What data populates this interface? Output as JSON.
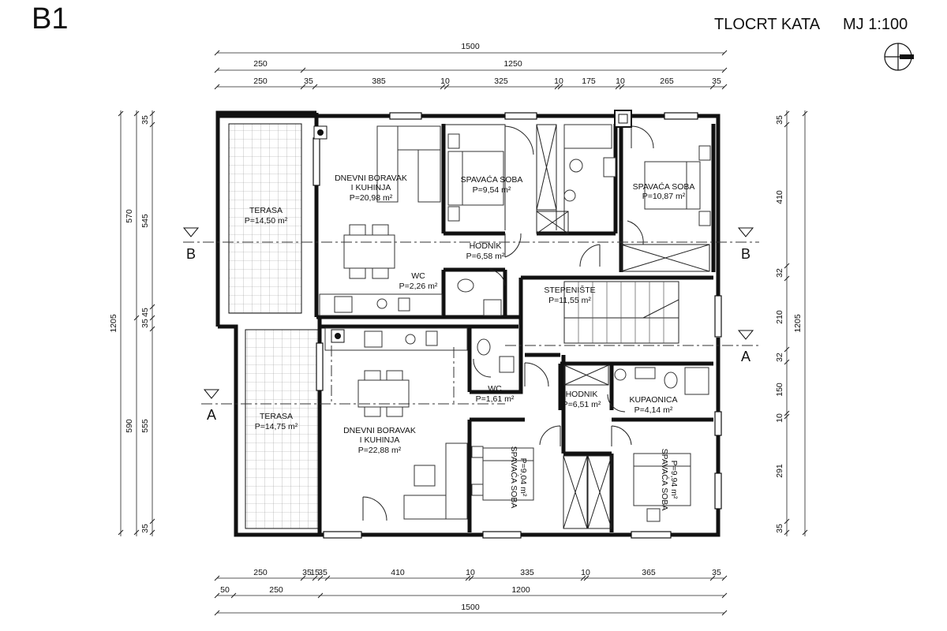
{
  "sheet": {
    "code": "B1",
    "title": "TLOCRT KATA",
    "scale": "MJ 1:100"
  },
  "icons": {
    "north": "north-arrow-icon"
  },
  "sections": {
    "B_left": "B",
    "B_right": "B",
    "A_left": "A",
    "A_right": "A"
  },
  "rooms": {
    "terasa_top": {
      "name": "TERASA",
      "area": "P=14,50 m²"
    },
    "living_top": {
      "name1": "DNEVNI BORAVAK",
      "name2": "I KUHINJA",
      "area": "P=20,98 m²"
    },
    "bed1_top": {
      "name": "SPAVAĆA SOBA",
      "area": "P=9,54 m²"
    },
    "bed2_top": {
      "name": "SPAVAĆA SOBA",
      "area": "P=10,87 m²"
    },
    "hall_top": {
      "name": "HODNIK",
      "area": "P=6,58 m²"
    },
    "wc_top": {
      "name": "WC",
      "area": "P=2,26 m²"
    },
    "stair": {
      "name": "STEPENIŠTE",
      "area": "P=11,55 m²"
    },
    "terasa_bottom": {
      "name": "TERASA",
      "area": "P=14,75 m²"
    },
    "living_bottom": {
      "name1": "DNEVNI BORAVAK",
      "name2": "I KUHINJA",
      "area": "P=22,88 m²"
    },
    "wc_bottom": {
      "name": "WC",
      "area": "P=1,61 m²"
    },
    "hall_bottom": {
      "name": "HODNIK",
      "area": "P=6,51 m²"
    },
    "bath_bottom": {
      "name": "KUPAONICA",
      "area": "P=4,14 m²"
    },
    "bed1_bottom": {
      "name": "SPAVAĆA SOBA",
      "area": "P=9,04 m²"
    },
    "bed2_bottom": {
      "name": "SPAVAĆA SOBA",
      "area": "P=9,94 m²"
    }
  },
  "dimensions": {
    "top_total": "1500",
    "top_row2": [
      "250",
      "1250"
    ],
    "top_row3": [
      "250",
      "35",
      "385",
      "10",
      "325",
      "10",
      "175",
      "10",
      "265",
      "35"
    ],
    "bottom_row1": [
      "250",
      "35",
      "15",
      "35",
      "410",
      "10",
      "335",
      "10",
      "365",
      "35"
    ],
    "bottom_row2": [
      "50",
      "250",
      "1200"
    ],
    "bottom_total": "1500",
    "left_outer": "1205",
    "left_mid": [
      "570",
      "590"
    ],
    "left_inner": [
      "35",
      "545",
      "45",
      "35",
      "555",
      "35"
    ],
    "right_inner": [
      "35",
      "410",
      "32",
      "210",
      "32",
      "150",
      "10",
      "291",
      "35"
    ],
    "right_outer": "1205"
  }
}
